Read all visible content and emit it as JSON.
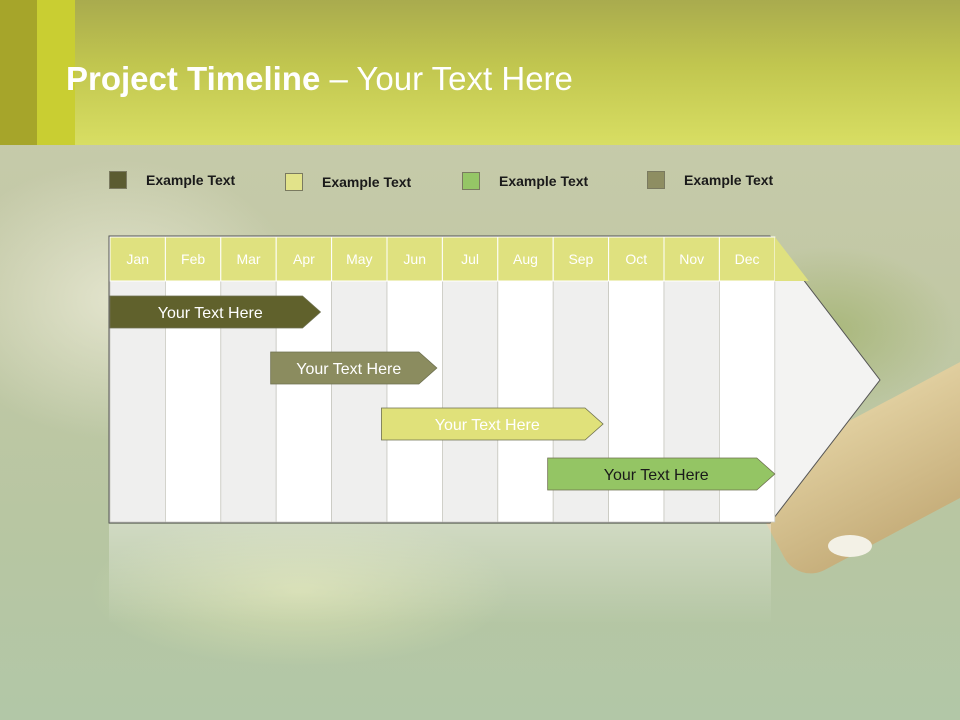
{
  "slide": {
    "title_bold": "Project Timeline",
    "title_rest": " – Your Text Here"
  },
  "legend": [
    {
      "label": "Example Text",
      "color": "#5b5c31"
    },
    {
      "label": "Example Text",
      "color": "#e2e38a"
    },
    {
      "label": "Example Text",
      "color": "#95c666"
    },
    {
      "label": "Example Text",
      "color": "#8e8e62"
    }
  ],
  "timeline": {
    "months": [
      "Jan",
      "Feb",
      "Mar",
      "Apr",
      "May",
      "Jun",
      "Jul",
      "Aug",
      "Sep",
      "Oct",
      "Nov",
      "Dec"
    ],
    "header_color": "#dfe17f",
    "tasks": [
      {
        "label": "Your  Text Here",
        "start_month": 0.0,
        "end_month": 3.8,
        "color": "#60612c",
        "text_color": "#ffffff"
      },
      {
        "label": "Your  Text Here",
        "start_month": 2.9,
        "end_month": 5.9,
        "color": "#8b8c5f",
        "text_color": "#ffffff"
      },
      {
        "label": "Your  Text Here",
        "start_month": 4.9,
        "end_month": 8.9,
        "color": "#e0e17a",
        "text_color": "#ffffff"
      },
      {
        "label": "Your  Text Here",
        "start_month": 7.9,
        "end_month": 12.0,
        "color": "#94c564",
        "text_color": "#1a1a1a"
      }
    ]
  }
}
